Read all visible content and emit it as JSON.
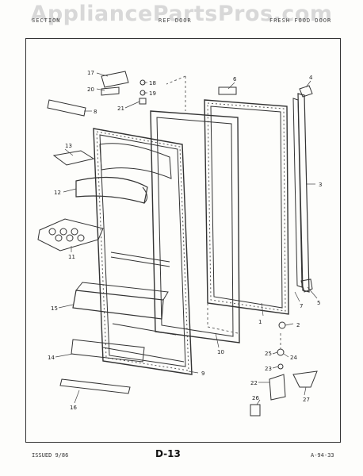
{
  "watermark": "AppliancePartsPros.com",
  "header": {
    "left": "SECTION",
    "center": "REF DOOR",
    "right": "FRESH FOOD DOOR"
  },
  "footer": {
    "issued": "ISSUED 9/86",
    "page": "D-13",
    "code": "A-94-33"
  },
  "callouts": [
    "1",
    "2",
    "3",
    "4",
    "5",
    "6",
    "7",
    "8",
    "9",
    "10",
    "11",
    "12",
    "13",
    "14",
    "15",
    "16",
    "17",
    "18",
    "19",
    "20",
    "21",
    "22",
    "23",
    "24",
    "25",
    "26",
    "27"
  ]
}
